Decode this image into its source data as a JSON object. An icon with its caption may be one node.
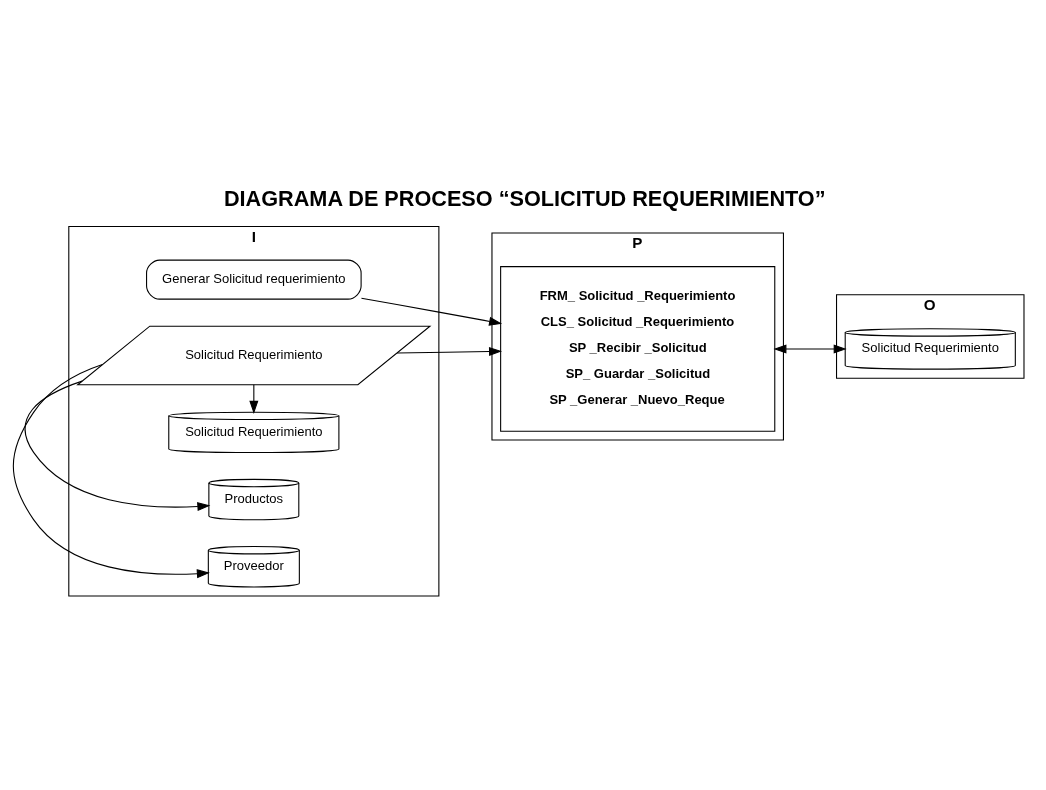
{
  "diagram": {
    "title": "DIAGRAMA DE PROCESO “SOLICITUD REQUERIMIENTO”",
    "nodes": [
      {
        "text": [
          "I"
        ]
      },
      {
        "text": [
          "Generar Solicitud requerimiento"
        ],
        "in": 0
      },
      {
        "text": [
          "Solicitud Requerimiento"
        ],
        "in": 0
      },
      {
        "text": [
          "Solicitud Requerimiento"
        ],
        "in": 0
      },
      {
        "text": [
          "Productos"
        ],
        "in": 0
      },
      {
        "text": [
          "Proveedor"
        ],
        "in": 0
      },
      {
        "text": [
          "P"
        ]
      },
      {
        "text": [
          "FRM_ Solicitud _Requerimiento",
          "CLS_ Solicitud _Requerimiento",
          "SP _Recibir _Solicitud",
          "SP_ Guardar _Solicitud",
          "SP _Generar _Nuevo_Reque"
        ],
        "in": 6
      },
      {
        "text": [
          "O"
        ]
      },
      {
        "text": [
          "Solicitud Requerimiento"
        ],
        "in": 8
      }
    ],
    "edges": [
      {
        "from": 1,
        "to": 7,
        "arrow": "to"
      },
      {
        "from": 2,
        "to": 7,
        "arrow": "to"
      },
      {
        "from": 2,
        "to": 3,
        "arrow": "to"
      },
      {
        "from": 2,
        "to": 4,
        "arrow": "to"
      },
      {
        "from": 2,
        "to": 5,
        "arrow": "to"
      },
      {
        "from": 7,
        "to": 9,
        "arrow": "both"
      }
    ]
  }
}
